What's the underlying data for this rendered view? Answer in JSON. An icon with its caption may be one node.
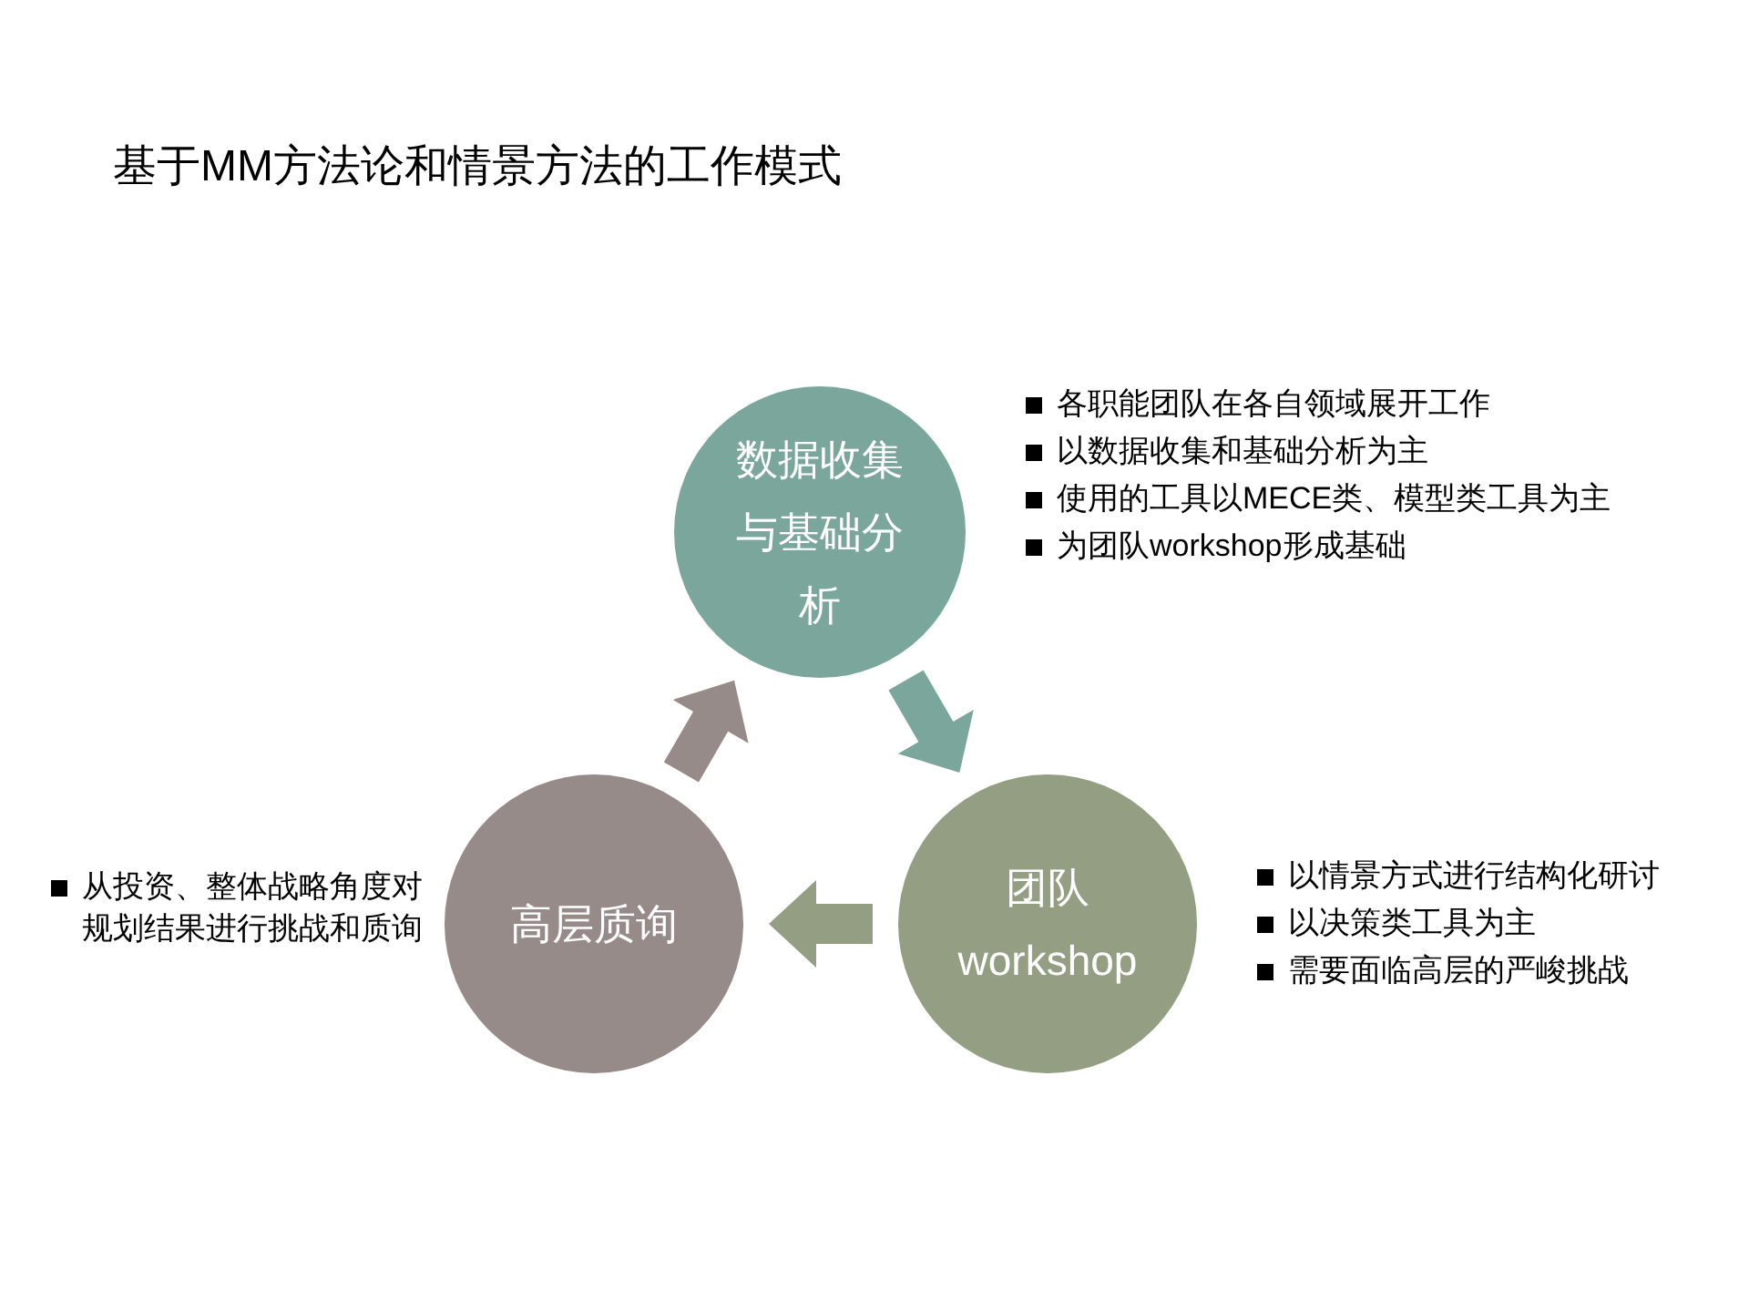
{
  "diagram": {
    "title": "基于MM方法论和情景方法的工作模式",
    "nodes": [
      {
        "text": [
          "数据收集与基础分析"
        ],
        "beside": [
          "各职能团队在各自领域展开工作",
          "以数据收集和基础分析为主",
          "使用的工具以MECE类、模型类工具为主",
          "为团队workshop形成基础"
        ]
      },
      {
        "text": [
          "团队workshop"
        ],
        "beside": [
          "以情景方式进行结构化研讨",
          "以决策类工具为主",
          "需要面临高层的严峻挑战"
        ]
      },
      {
        "text": [
          "高层质询"
        ],
        "beside": [
          "从投资、整体战略角度对规划结果进行挑战和质询"
        ]
      }
    ],
    "edges": [
      {
        "from": 0,
        "to": 1,
        "arrow": "to",
        "style": "thick",
        "color": "#7aa69b"
      },
      {
        "from": 1,
        "to": 2,
        "arrow": "to",
        "style": "thick",
        "color": "#939e82"
      },
      {
        "from": 2,
        "to": 0,
        "arrow": "to",
        "style": "thick",
        "color": "#968b89"
      }
    ]
  }
}
